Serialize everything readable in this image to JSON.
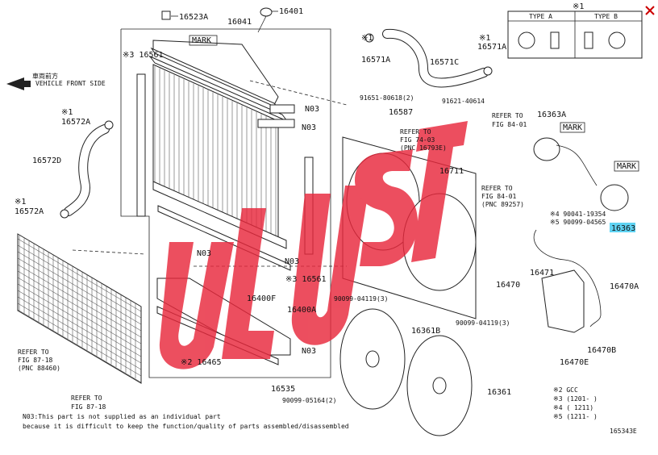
{
  "parts": {
    "p16523A": "16523A",
    "p16041": "16041",
    "p16401": "16401",
    "p16561_top": "※3 16561",
    "p16571A_left": "※1",
    "p16571A_left2": "16571A",
    "p16571C": "16571C",
    "p16571A_right1": "※1",
    "p16571A_right2": "16571A",
    "p16572A_top1": "※1",
    "p16572A_top2": "16572A",
    "p16572D": "16572D",
    "p16572A_bot1": "※1",
    "p16572A_bot2": "16572A",
    "p16587": "16587",
    "p91651": "91651-80618(2)",
    "p91621": "91621-40614",
    "p16711": "16711",
    "p16363A": "16363A",
    "p16363": "16363",
    "p90041": "※4  90041-19354",
    "p90099_04565": "※5  90099-04565",
    "p16561_mid": "※3 16561",
    "p16400F": "16400F",
    "p16400A": "16400A",
    "p16465": "※2 16465",
    "p16535": "16535",
    "p90099_05164": "90099-05164(2)",
    "p90099_04119_a": "90099-04119(3)",
    "p90099_04119_b": "90099-04119(3)",
    "p16361B": "16361B",
    "p16361": "16361",
    "p16470": "16470",
    "p16471": "16471",
    "p16470A": "16470A",
    "p16470B": "16470B",
    "p16470E": "16470E",
    "n03_a": "N03",
    "n03_b": "N03",
    "n03_c": "N03",
    "n03_d": "N03",
    "n03_e": "N03",
    "mark_a": "MARK",
    "mark_b": "MARK",
    "mark_c": "MARK"
  },
  "refs": {
    "ref_74_03": [
      "REFER TO",
      "FIG 74-03",
      "(PNC 16793E)"
    ],
    "ref_84_01a": [
      "REFER TO",
      "FIG 84-01"
    ],
    "ref_84_01b": [
      "REFER TO",
      "FIG 84-01",
      "(PNC 89257)"
    ],
    "ref_87_18a": [
      "REFER TO",
      "FIG 87-18",
      "(PNC 88460)"
    ],
    "ref_87_18b": [
      "REFER TO",
      "FIG 87-18"
    ]
  },
  "vehicle_front": [
    "車両前方",
    "VEHICLE FRONT SIDE"
  ],
  "type_box": {
    "header": "※1",
    "type_a": "TYPE A",
    "type_b": "TYPE B"
  },
  "footnotes": {
    "n2": "※2  GCC",
    "n3": "※3 (1201-      )",
    "n4": "※4 (       1211)",
    "n5": "※5 (1211-      )"
  },
  "note_lines": [
    "N03:This part is not supplied as an individual part",
    "     because it is difficult to keep the function/quality of parts assembled/disassembled"
  ],
  "diagram_id": "165343E",
  "close_icon": "close-icon",
  "colors": {
    "highlight": "#5fd3f3",
    "watermark": "#e8283c"
  }
}
